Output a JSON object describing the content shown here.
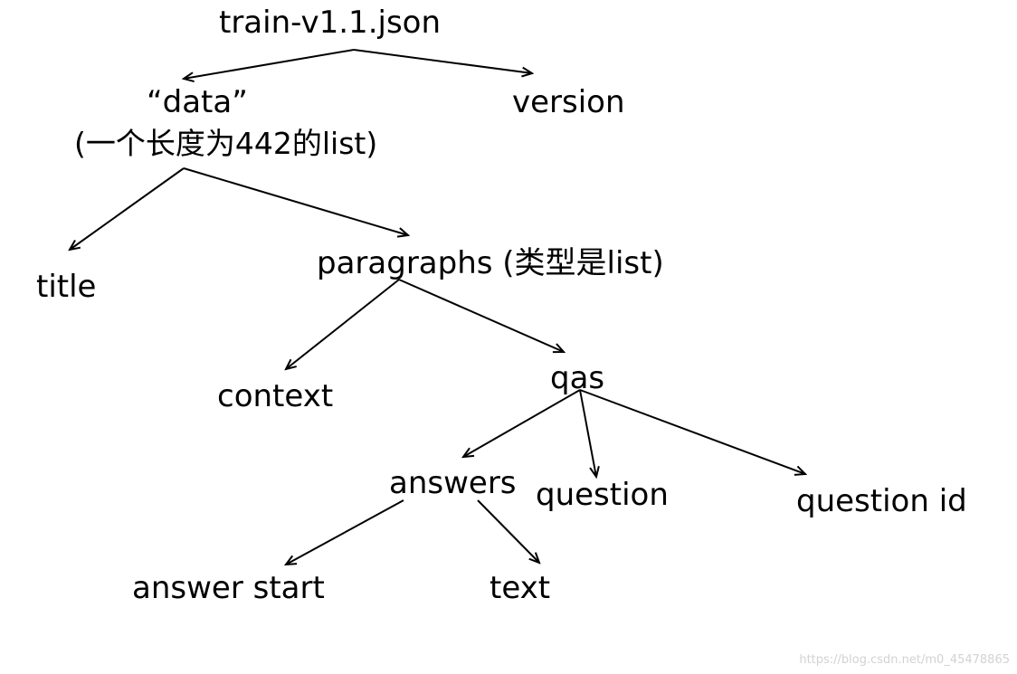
{
  "nodes": {
    "root": "train-v1.1.json",
    "data": "“data”",
    "data_note": "(一个长度为442的list)",
    "version": "version",
    "title": "title",
    "paragraphs": "paragraphs (类型是list)",
    "context": "context",
    "qas": "qas",
    "answers": "answers",
    "question": "question",
    "question_id": "question id",
    "answer_start": "answer start",
    "text": "text"
  },
  "watermark": "https://blog.csdn.net/m0_45478865"
}
